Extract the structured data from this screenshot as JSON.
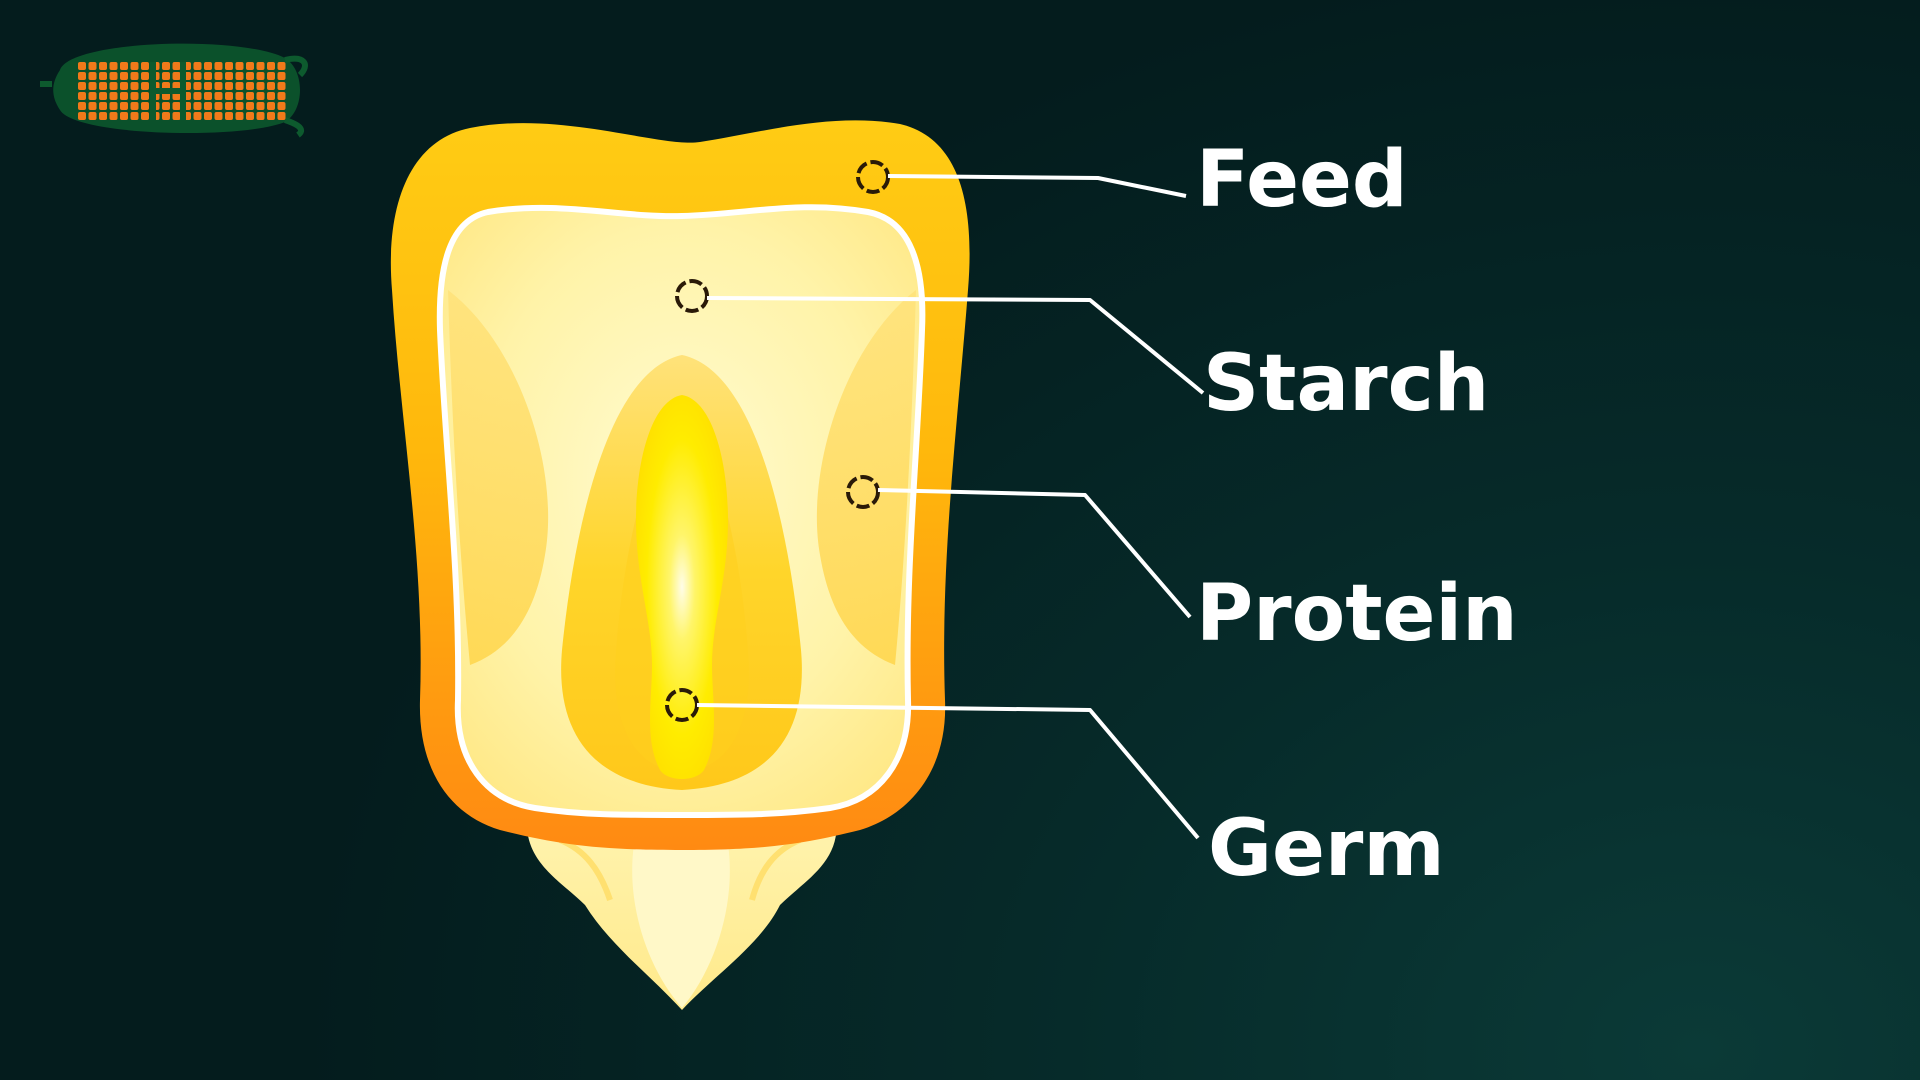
{
  "diagram": {
    "parts": [
      {
        "key": "feed",
        "label": "Feed"
      },
      {
        "key": "starch",
        "label": "Starch"
      },
      {
        "key": "protein",
        "label": "Protein"
      },
      {
        "key": "germ",
        "label": "Germ"
      }
    ]
  },
  "logo": {
    "icon": "corn-cob-icon",
    "colors": {
      "kernels": "#f07a1a",
      "husk": "#0d5a2e"
    }
  },
  "colors": {
    "background": "#062b2a",
    "outer_layer": "#ffc20e",
    "outer_layer_bottom": "#ff8a12",
    "inner_layer": "#fff6b0",
    "germ_core": "#ffec00",
    "labels": "#ffffff"
  }
}
